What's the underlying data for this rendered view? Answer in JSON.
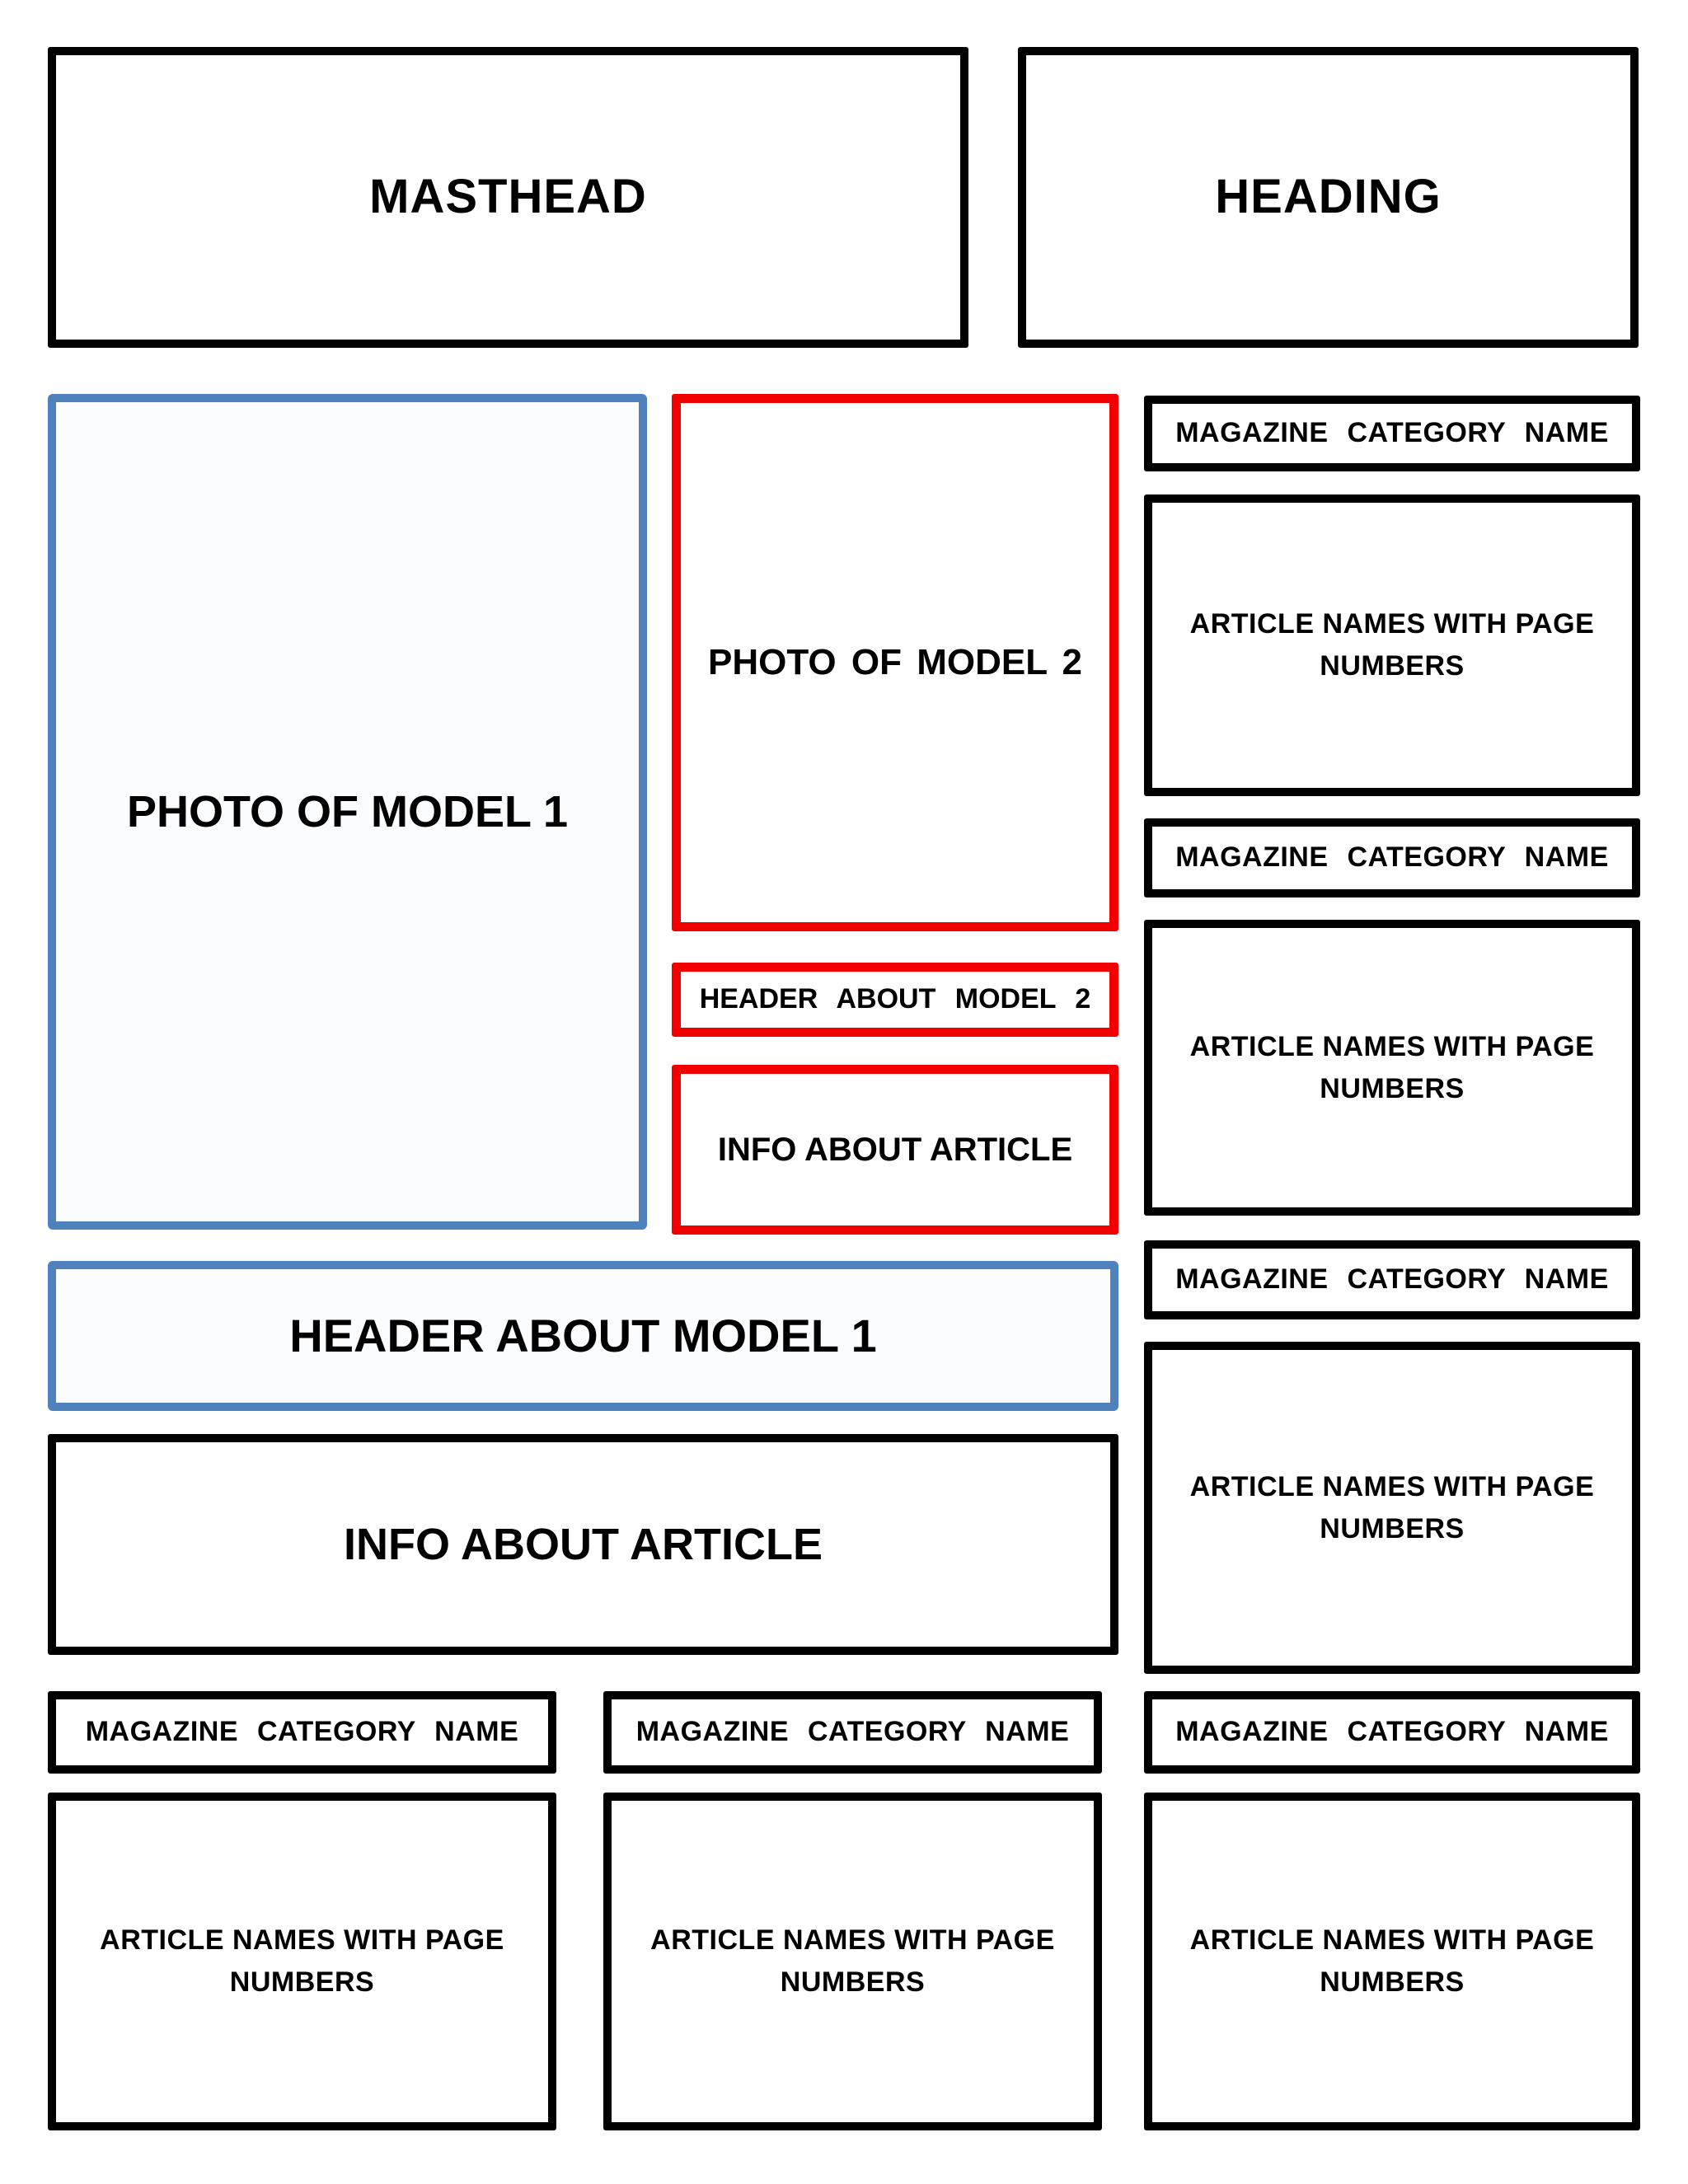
{
  "colors": {
    "frame_black": "#000000",
    "frame_blue": "#4f81bd",
    "frame_red": "#f20000",
    "text": "#000000",
    "background": "#ffffff"
  },
  "masthead": {
    "label": "MASTHEAD"
  },
  "heading": {
    "label": "HEADING"
  },
  "features": {
    "photo_model_1": "PHOTO OF MODEL 1",
    "photo_model_2": "PHOTO OF MODEL 2",
    "header_about_model_2": "HEADER ABOUT MODEL 2",
    "info_about_article_model_2": "INFO ABOUT ARTICLE",
    "header_about_model_1": "HEADER ABOUT MODEL 1",
    "info_about_article_model_1": "INFO ABOUT ARTICLE"
  },
  "right_column": {
    "sections": [
      {
        "category": "MAGAZINE CATEGORY NAME",
        "articles": "ARTICLE NAMES WITH PAGE NUMBERS"
      },
      {
        "category": "MAGAZINE CATEGORY NAME",
        "articles": "ARTICLE NAMES WITH PAGE NUMBERS"
      },
      {
        "category": "MAGAZINE CATEGORY NAME",
        "articles": "ARTICLE NAMES WITH PAGE NUMBERS"
      }
    ]
  },
  "bottom_row": {
    "sections": [
      {
        "category": "MAGAZINE CATEGORY NAME",
        "articles": "ARTICLE NAMES WITH PAGE NUMBERS"
      },
      {
        "category": "MAGAZINE CATEGORY NAME",
        "articles": "ARTICLE NAMES WITH PAGE NUMBERS"
      },
      {
        "category": "MAGAZINE CATEGORY NAME",
        "articles": "ARTICLE NAMES WITH PAGE NUMBERS"
      }
    ]
  }
}
